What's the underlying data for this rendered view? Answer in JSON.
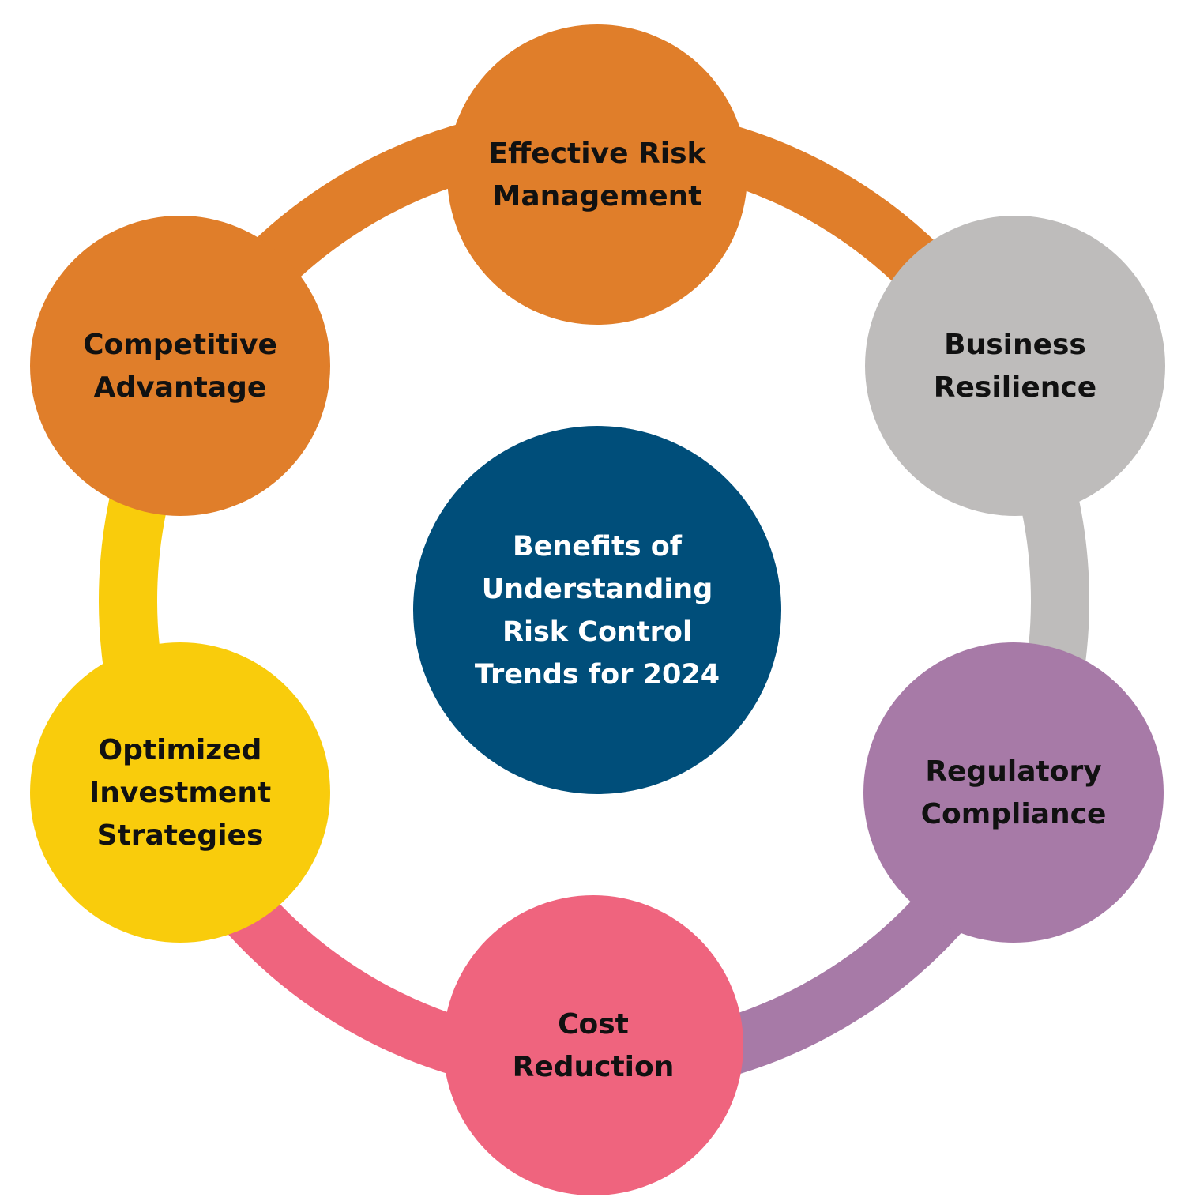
{
  "center": {
    "lines": [
      "Benefits of",
      "Understanding",
      "Risk Control",
      "Trends for 2024"
    ],
    "color": "#004e7a",
    "text_color": "#ffffff"
  },
  "nodes": [
    {
      "id": "effective-risk-management",
      "lines": [
        "Effective Risk",
        "Management"
      ],
      "color": "#e07e2a"
    },
    {
      "id": "business-resilience",
      "lines": [
        "Business",
        "Resilience"
      ],
      "color": "#bebcbb"
    },
    {
      "id": "regulatory-compliance",
      "lines": [
        "Regulatory",
        "Compliance"
      ],
      "color": "#a77aa7"
    },
    {
      "id": "cost-reduction",
      "lines": [
        "Cost",
        "Reduction"
      ],
      "color": "#ef647e"
    },
    {
      "id": "optimized-investment-strategies",
      "lines": [
        "Optimized",
        "Investment",
        "Strategies"
      ],
      "color": "#f9cc0c"
    },
    {
      "id": "competitive-advantage",
      "lines": [
        "Competitive",
        "Advantage"
      ],
      "color": "#e07e2a"
    }
  ],
  "node_text_color": "#111111",
  "ring_segment_colors": [
    "#e07e2a",
    "#bebcbb",
    "#a77aa7",
    "#ef647e",
    "#f9cc0c",
    "#e07e2a"
  ]
}
